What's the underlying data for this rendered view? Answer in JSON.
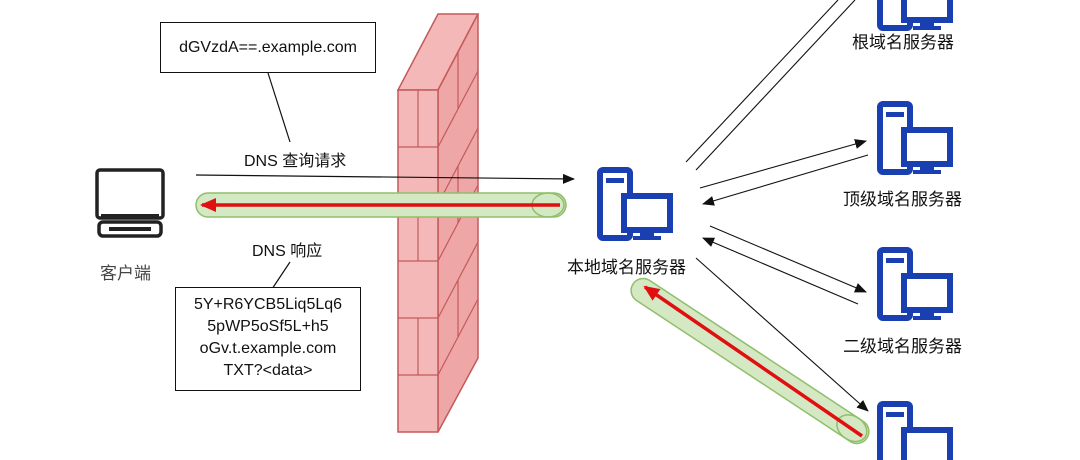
{
  "query_domain": "dGVzdA==.example.com",
  "dns_query_label": "DNS 查询请求",
  "dns_response_label": "DNS 响应",
  "response_box_lines": [
    "5Y+R6YCB5Liq5Lq6",
    "5pWP5oSf5L+h5",
    "oGv.t.example.com",
    "TXT?<data>"
  ],
  "client_label": "客户端",
  "local_dns_label": "本地域名服务器",
  "root_dns_label": "根域名服务器",
  "tld_dns_label": "顶级域名服务器",
  "second_level_dns_label": "二级域名服务器",
  "colors": {
    "server_blue": "#1a3fb0",
    "firewall_fill": "#f4b8b8",
    "firewall_stroke": "#c45a5a",
    "tunnel_fill": "#d5e8c4",
    "tunnel_stroke": "#8fbf6a",
    "data_arrow": "#e01010"
  }
}
